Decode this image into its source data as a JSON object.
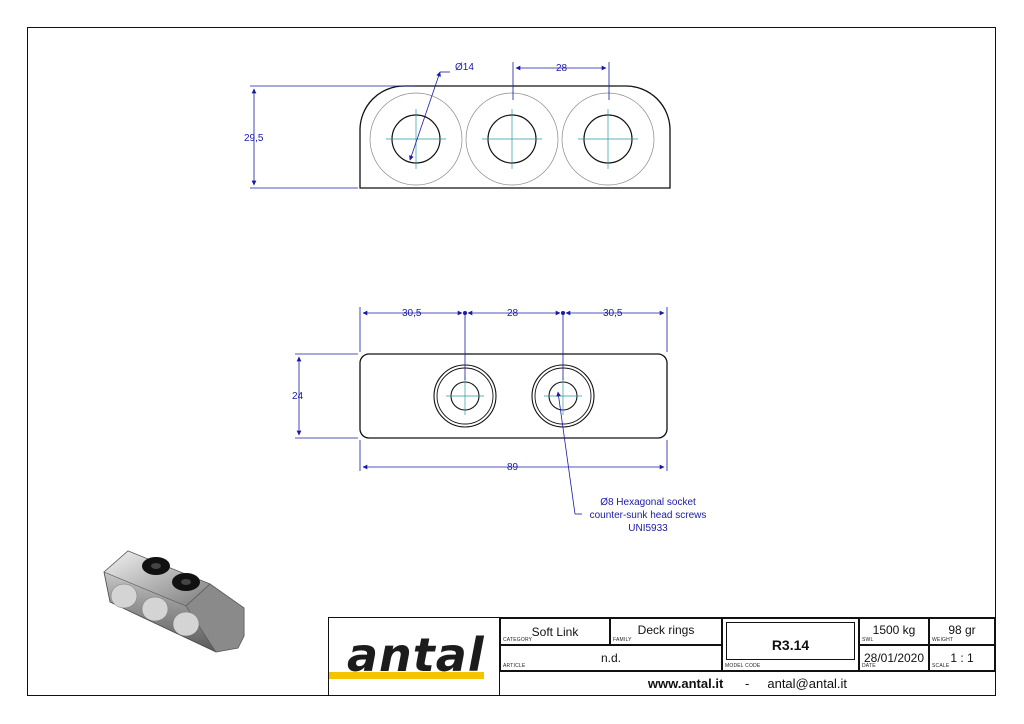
{
  "top_view": {
    "dim_diameter": "Ø14",
    "dim_pitch": "28",
    "dim_height": "29,5"
  },
  "plan_view": {
    "dim_left": "30,5",
    "dim_center": "28",
    "dim_right": "30,5",
    "dim_width": "24",
    "dim_length": "89"
  },
  "note": {
    "line1": "Ø8 Hexagonal socket",
    "line2": "counter-sunk head screws",
    "line3": "UNI5933"
  },
  "title_block": {
    "logo": "antal",
    "category": {
      "value": "Soft Link",
      "caption": "CATEGORY"
    },
    "family": {
      "value": "Deck rings",
      "caption": "FAMILY"
    },
    "article": {
      "value": "n.d.",
      "caption": "ARTICLE"
    },
    "model_code": {
      "value": "R3.14",
      "caption": "MODEL CODE"
    },
    "swl": {
      "value": "1500 kg",
      "caption": "SWL"
    },
    "weight": {
      "value": "98 gr",
      "caption": "WEIGHT"
    },
    "date": {
      "value": "28/01/2020",
      "caption": "DATE"
    },
    "scale": {
      "value": "1 : 1",
      "caption": "SCALE"
    },
    "website": "www.antal.it",
    "separator": "-",
    "email": "antal@antal.it"
  },
  "colors": {
    "dimension": "#1a1aa6",
    "centerline": "#2a9a9a",
    "logo_bar": "#f4c400",
    "outline": "#111111"
  }
}
